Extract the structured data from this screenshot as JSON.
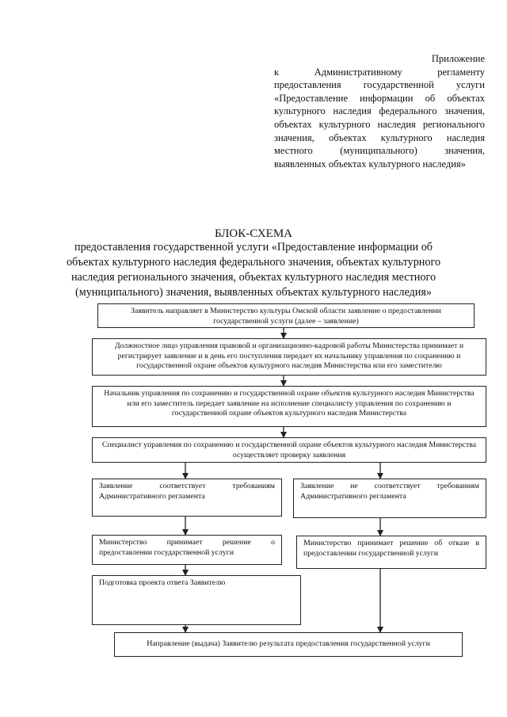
{
  "appendix": {
    "first_line": "Приложение",
    "body": "к Административному регламенту предоставления государственной услуги «Предоставление информации об объектах культурного наследия федерального значения, объектах культурного наследия регионального значения, объектах культурного наследия местного (муниципального) значения, выявленных объектах культурного наследия»"
  },
  "title": "БЛОК-СХЕМА",
  "subtitle": "предоставления государственной услуги «Предоставление информации об объектах культурного наследия федерального значения, объектах культурного наследия регионального значения, объектах культурного наследия местного (муниципального) значения, выявленных объектах культурного наследия»",
  "steps": {
    "s1": "Заявитель направляет в Министерство культуры Омской области заявление о предоставлении государственной услуги (далее – заявление)",
    "s2": "Должностное лицо управления правовой и организационно-кадровой работы Министерства принимает и регистрирует заявление и в день его поступления передает их начальнику управления по сохранению и государственной охране объектов культурного наследия Министерства или его заместителю",
    "s3": "Начальник управления по сохранению и государственной охране объектов культурного наследия Министерства или его заместитель передает заявление на исполнение специалисту управления по сохранению и государственной охране объектов культурного наследия Министерства",
    "s4": "Специалист управления по сохранению и государственной охране объектов культурного наследия Министерства осуществляет проверку заявления",
    "s5a": "Заявление соответствует требованиям Административного регламента",
    "s5b": "Заявление не соответствует требованиям Административного регламента",
    "s6a": "Министерство принимает решение о предоставлении государственной услуги",
    "s6b": "Министерство принимает решение об отказе в предоставлении государственной услуги",
    "s7a": "Подготовка проекта ответа Заявителю",
    "s8": "Направление (выдача) Заявителю результата предоставления государственной услуги"
  }
}
